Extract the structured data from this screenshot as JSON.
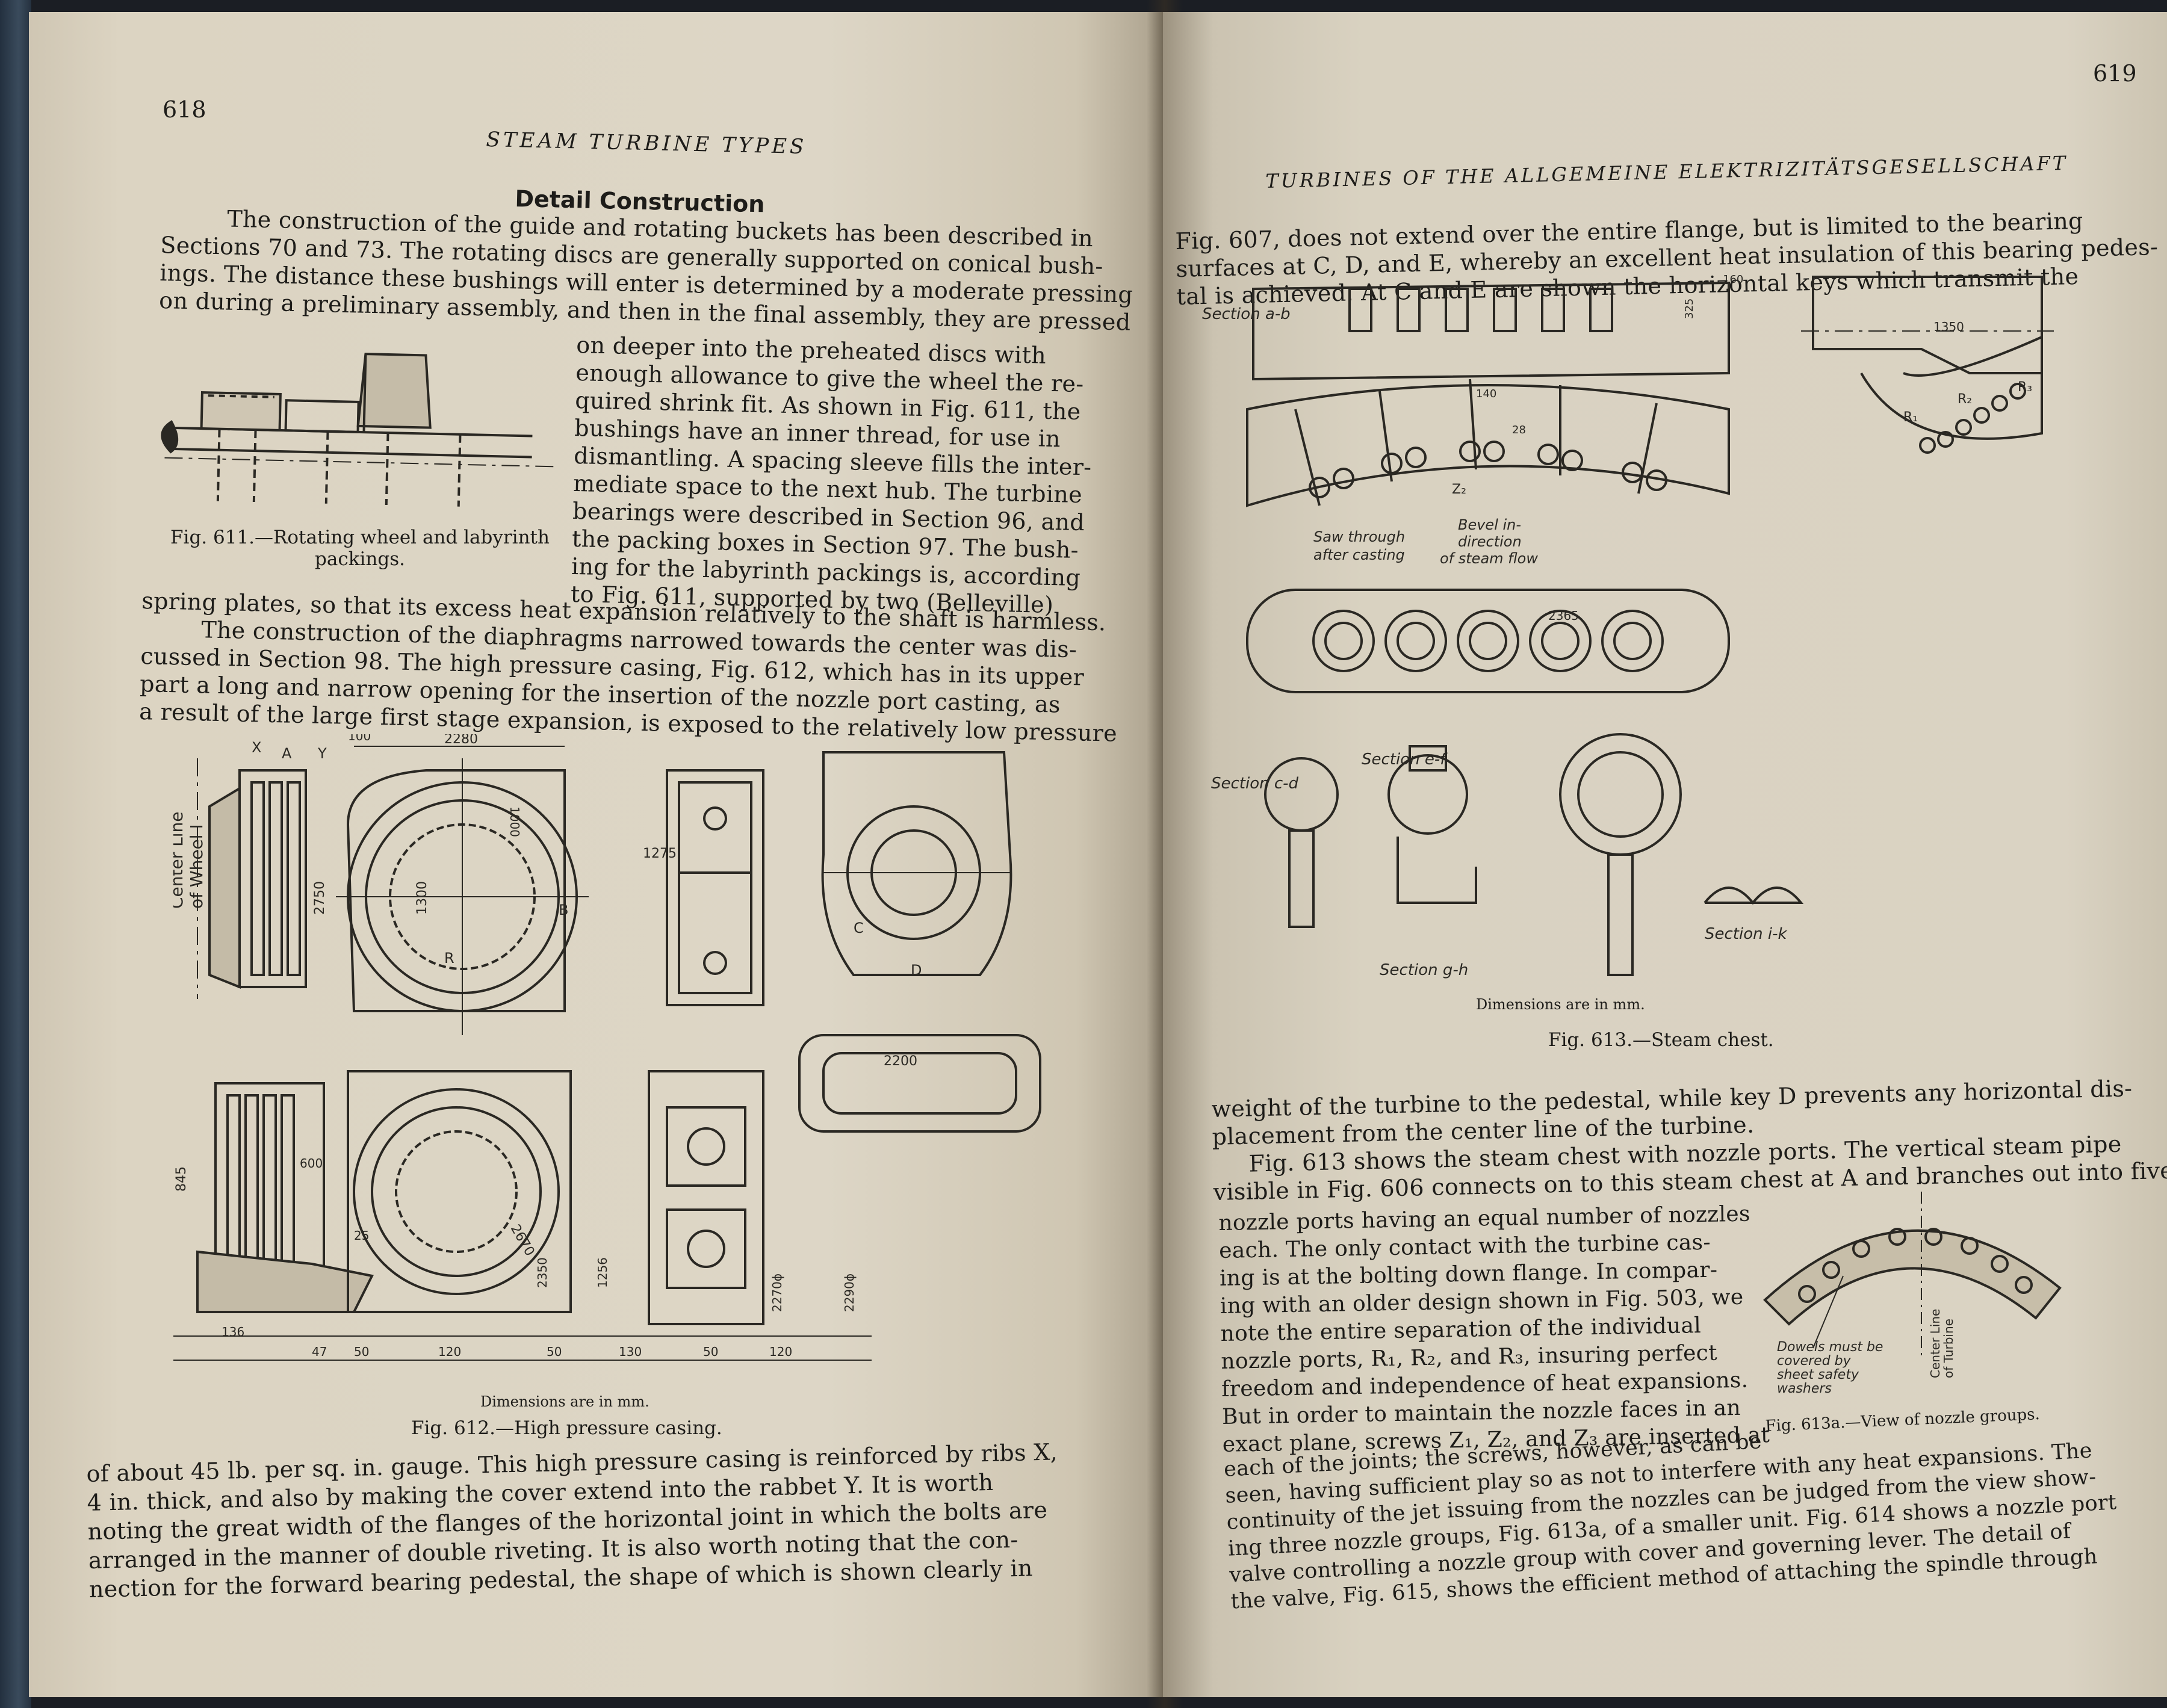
{
  "left_page": {
    "folio": "618",
    "running_head": "STEAM TURBINE TYPES",
    "section_title": "Detail Construction",
    "para1_lines": [
      "The construction of the guide and rotating buckets has been described in",
      "Sections 70 and 73.  The rotating discs are generally supported on conical bush-",
      "ings.  The distance these bushings will enter is determined by a moderate pressing",
      "on during a preliminary assembly, and then in the final assembly, they are pressed"
    ],
    "wrap_lines": [
      "on deeper into the preheated discs with",
      "enough allowance to give the wheel the re-",
      "quired shrink fit.  As shown in Fig. 611, the",
      "bushings have an inner thread, for use in",
      "dismantling.  A spacing sleeve fills the inter-",
      "mediate space to the next hub.  The turbine",
      "bearings were described in Section 96, and",
      "the packing boxes in Section 97.  The bush-",
      "ing for the labyrinth packings is, according",
      "to Fig. 611, supported by two (Belleville)"
    ],
    "para2_lines": [
      "spring plates, so that its excess heat expansion relatively to the shaft is harmless.",
      "The construction of the diaphragms narrowed towards the center was dis-",
      "cussed in Section 98.  The high pressure casing, Fig. 612, which has in its upper",
      "part a long and narrow opening for the insertion of the nozzle port casting, as",
      "a result of the large first stage expansion, is exposed to the relatively low pressure"
    ],
    "fig611_caption_line1": "Fig. 611.—Rotating wheel and labyrinth",
    "fig611_caption_line2": "packings.",
    "fig612_dims_note": "Dimensions are in mm.",
    "fig612_caption": "Fig. 612.—High pressure casing.",
    "fig612_labels": {
      "center_line": "Center Line",
      "of_wheel": "of Wheel I",
      "d2280": "2280",
      "d2200": "2200",
      "d1275": "1275",
      "d1300": "1300",
      "d2750": "2750",
      "d1000": "1000",
      "d845": "845",
      "d600": "600",
      "d2670": "2670",
      "d2350": "2350",
      "d1256": "1256",
      "d2270": "2270ϕ",
      "d2290": "2290ϕ",
      "d136": "136",
      "d47": "47",
      "d50": "50",
      "d120": "120",
      "d130": "130",
      "d100": "100",
      "d25": "25",
      "lbl_A": "A",
      "lbl_B": "B",
      "lbl_C": "C",
      "lbl_D": "D",
      "lbl_R": "R",
      "lbl_X": "X",
      "lbl_Y": "Y"
    },
    "bottom_lines": [
      "of about 45 lb. per sq. in. gauge.  This high pressure casing is reinforced by ribs X,",
      "4 in. thick, and also by making the cover extend into the rabbet Y.  It is worth",
      "noting the great width of the flanges of the horizontal joint in which the bolts are",
      "arranged in the manner of double riveting.  It is also worth noting that the con-",
      "nection for the forward bearing pedestal, the shape of which is shown clearly in"
    ]
  },
  "right_page": {
    "folio": "619",
    "running_head": "TURBINES OF THE ALLGEMEINE ELEKTRIZITÄTSGESELLSCHAFT",
    "top_lines": [
      "Fig. 607, does not extend over the entire flange, but is limited to the bearing",
      "surfaces at C, D, and E, whereby an excellent heat insulation of this bearing pedes-",
      "tal is achieved.  At C and E are shown the horizontal keys which transmit the"
    ],
    "fig613_labels": {
      "section_ab": "Section a-b",
      "section_cd": "Section c-d",
      "section_ef": "Section e-f",
      "section_gh": "Section g-h",
      "section_ik": "Section i-k",
      "saw_through": "Saw through",
      "after_casting": "after casting",
      "bevel_in": "Bevel in-",
      "direction": "direction",
      "of_steam_flow": "of steam flow",
      "z2": "Z₂",
      "d1350": "1350",
      "d2365": "2365",
      "d140": "140",
      "d160": "160",
      "d325": "325",
      "d28": "28",
      "r1": "R₁",
      "r2": "R₂",
      "r3": "R₃"
    },
    "fig613_dims_note": "Dimensions are in mm.",
    "fig613_caption": "Fig. 613.—Steam chest.",
    "mid_lines": [
      "weight of the turbine to the pedestal, while key D prevents any horizontal dis-",
      "placement from the center line of the turbine.",
      "Fig. 613 shows the steam chest with nozzle ports.  The vertical steam pipe",
      "visible in Fig. 606 connects on to this steam chest at A and branches out into five"
    ],
    "wrap_lines": [
      "nozzle ports having an equal number of nozzles",
      "each.  The only contact with the turbine cas-",
      "ing is at the bolting down flange.  In compar-",
      "ing with an older design shown in Fig. 503, we",
      "note the entire separation of the individual",
      "nozzle ports, R₁, R₂, and R₃, insuring perfect",
      "freedom and independence of heat expansions.",
      "But in order to maintain the nozzle faces in an",
      "exact plane, screws Z₁, Z₂, and Z₃ are inserted at"
    ],
    "fig613a_labels": {
      "dowels": "Dowels must be",
      "covered": "covered by",
      "sheet": "sheet safety",
      "washers": "washers",
      "center_line": "Center Line",
      "of_turbine": "of Turbine"
    },
    "fig613a_caption": "Fig. 613a.—View of nozzle groups.",
    "bottom_lines": [
      "each of the joints; the screws, however, as can be",
      "seen, having sufficient play so as not to interfere with any heat expansions.  The",
      "continuity of the jet issuing from the nozzles can be judged from the view show-",
      "ing three nozzle groups, Fig. 613a, of a smaller unit.  Fig. 614 shows a nozzle port",
      "valve controlling a nozzle group with cover and governing lever.  The detail of",
      "the valve, Fig. 615, shows the efficient method of attaching the spindle through"
    ]
  }
}
